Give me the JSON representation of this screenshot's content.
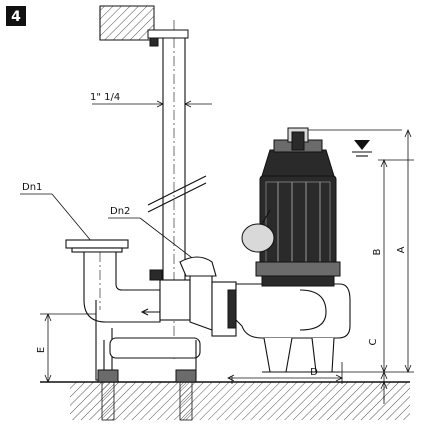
{
  "figure_number": "4",
  "labels": {
    "pipe_size": "1\" 1/4",
    "dn1": "Dn1",
    "dn2": "Dn2",
    "dim_a": "A",
    "dim_b": "B",
    "dim_c": "C",
    "dim_d": "D",
    "dim_e": "E"
  },
  "icons": {
    "water_level": "water-level-triangle-icon"
  }
}
